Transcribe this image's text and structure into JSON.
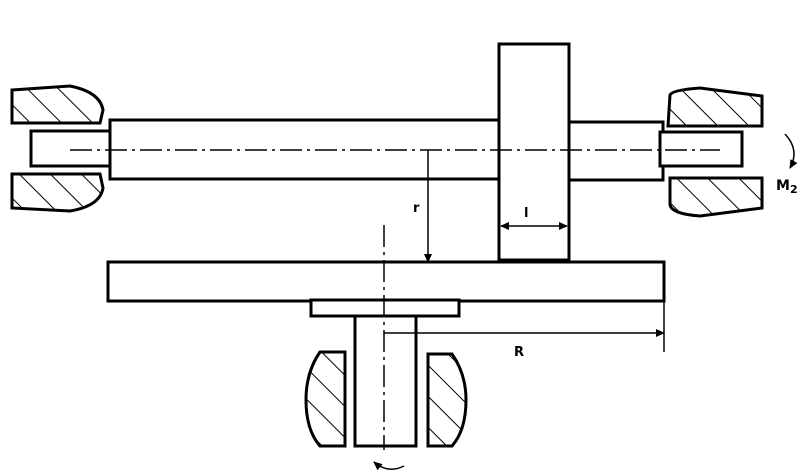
{
  "labels": {
    "moment": "M",
    "moment_subscript": "2",
    "small_radius": "r",
    "large_radius": "R",
    "length": "l"
  },
  "colors": {
    "ink": "#000000",
    "background": "#ffffff"
  }
}
